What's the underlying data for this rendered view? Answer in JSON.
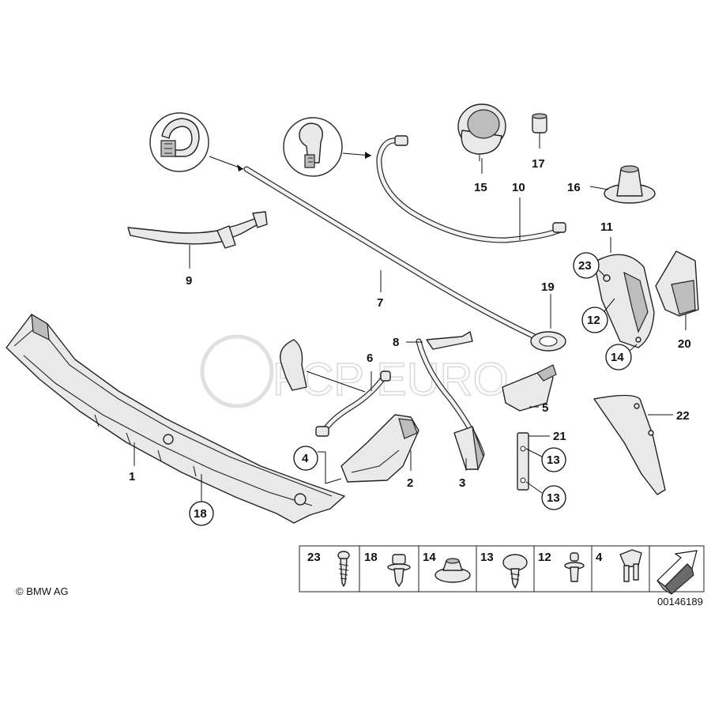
{
  "labels": {
    "l1": "1",
    "l2": "2",
    "l3": "3",
    "l4": "4",
    "l5": "5",
    "l6": "6",
    "l7": "7",
    "l8": "8",
    "l9": "9",
    "l10": "10",
    "l11": "11",
    "l12": "12",
    "l13a": "13",
    "l13b": "13",
    "l14": "14",
    "l15": "15",
    "l16": "16",
    "l17": "17",
    "l18": "18",
    "l19": "19",
    "l20": "20",
    "l21": "21",
    "l22": "22",
    "l23": "23"
  },
  "legend": {
    "items": [
      "23",
      "18",
      "14",
      "13",
      "12",
      "4"
    ]
  },
  "footer": {
    "copyright": "© BMW AG",
    "diagram_number": "00146189"
  },
  "watermark": {
    "text": "FCP EURO"
  }
}
